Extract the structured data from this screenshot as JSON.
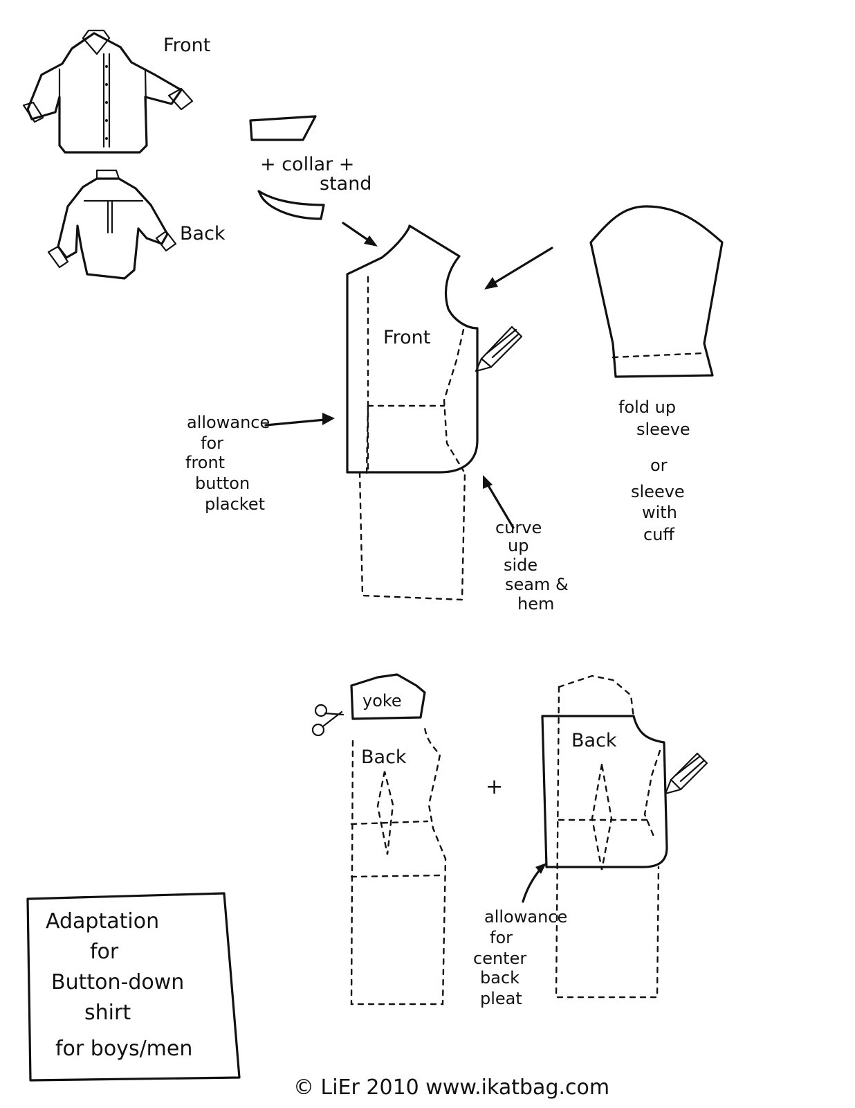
{
  "labels": {
    "front_top": "Front",
    "back_top": "Back",
    "collar_1": "+ collar +",
    "collar_2": "stand",
    "front_piece": "Front",
    "allowance_front_1": "allowance",
    "allowance_front_2": "for",
    "allowance_front_3": "front",
    "allowance_front_4": "button",
    "allowance_front_5": "placket",
    "curve_1": "curve",
    "curve_2": "up",
    "curve_3": "side",
    "curve_4": "seam &",
    "curve_5": "hem",
    "sleeve_1": "fold up",
    "sleeve_2": "sleeve",
    "sleeve_3": "or",
    "sleeve_4": "sleeve",
    "sleeve_5": "with",
    "sleeve_6": "cuff",
    "yoke": "yoke",
    "back_left": "Back",
    "plus": "+",
    "back_right": "Back",
    "allowance_back_1": "allowance",
    "allowance_back_2": "for",
    "allowance_back_3": "center",
    "allowance_back_4": "back",
    "allowance_back_5": "pleat"
  },
  "title_box": {
    "line1": "Adaptation",
    "line2": "for",
    "line3": "Button-down",
    "line4": "shirt",
    "line5": "for boys/men"
  },
  "footer": {
    "copyright": "© LiEr 2010 www.ikatbag.com"
  },
  "icons": [
    "shirt-front-icon",
    "shirt-back-icon",
    "pencil-icon",
    "scissors-icon"
  ]
}
